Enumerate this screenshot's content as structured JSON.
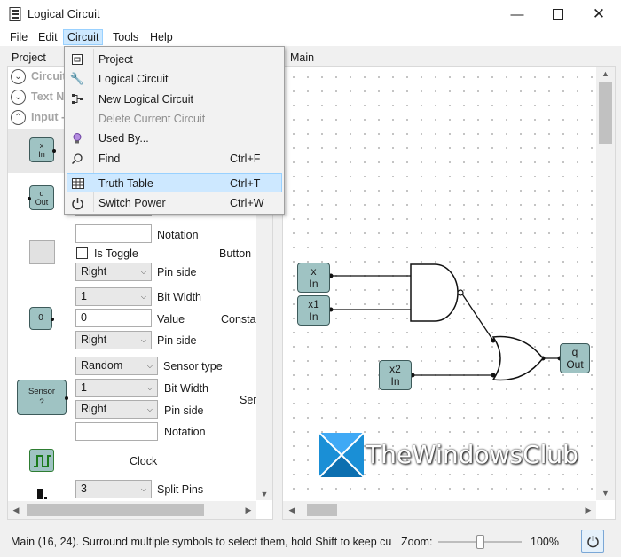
{
  "window": {
    "title": "Logical Circuit"
  },
  "menubar": {
    "items": [
      "File",
      "Edit",
      "Circuit",
      "Tools",
      "Help"
    ]
  },
  "panels": {
    "project_label": "Project",
    "main_label": "Main"
  },
  "project_tree": {
    "expanders": [
      "Circuit",
      "Text N",
      "Input -"
    ]
  },
  "palette": {
    "input_symbol": {
      "line1": "x",
      "line2": "In"
    },
    "output_symbol": {
      "line1": "q",
      "line2": "Out"
    },
    "notation_label": "Notation",
    "is_toggle_label": "Is Toggle",
    "button_label": "Button",
    "button_pin_side": "Right",
    "pin_side_label": "Pin side",
    "constant_symbol": "0",
    "bit_width_value": "1",
    "bit_width_label": "Bit Width",
    "value_value": "0",
    "value_label": "Value",
    "constant_label": "Constan",
    "constant_pin_side": "Right",
    "sensor_type_value": "Random",
    "sensor_type_label": "Sensor type",
    "sensor_symbol": {
      "line1": "Sensor",
      "line2": "?"
    },
    "sensor_bit_width": "1",
    "sensor_pin_side": "Right",
    "sensor_label": "Sen",
    "sensor_notation_label": "Notation",
    "clock_label": "Clock",
    "split_value": "3",
    "split_label": "Split Pins"
  },
  "circuit_menu": {
    "items": [
      {
        "label": "Project",
        "shortcut": "",
        "icon": "project-icon"
      },
      {
        "label": "Logical Circuit",
        "shortcut": "",
        "icon": "wrench-icon"
      },
      {
        "label": "New Logical Circuit",
        "shortcut": "",
        "icon": "new-circuit-icon"
      },
      {
        "label": "Delete Current Circuit",
        "shortcut": "",
        "icon": ""
      },
      {
        "label": "Used By...",
        "shortcut": "",
        "icon": "lightbulb-icon"
      },
      {
        "label": "Find",
        "shortcut": "Ctrl+F",
        "icon": "search-icon"
      },
      {
        "label": "Truth Table",
        "shortcut": "Ctrl+T",
        "icon": "table-icon"
      },
      {
        "label": "Switch Power",
        "shortcut": "Ctrl+W",
        "icon": "power-icon"
      }
    ]
  },
  "canvas": {
    "input_x": {
      "line1": "x",
      "line2": "In"
    },
    "input_x1": {
      "line1": "x1",
      "line2": "In"
    },
    "input_x2": {
      "line1": "x2",
      "line2": "In"
    },
    "output_q": {
      "line1": "q",
      "line2": "Out"
    }
  },
  "watermark": {
    "text": "TheWindowsClub"
  },
  "status": {
    "message": "Main (16, 24). Surround multiple symbols to select them, hold Shift to keep cu",
    "zoom_label": "Zoom:",
    "zoom_value": "100%",
    "zoom_level": 0.5
  },
  "colors": {
    "symbol_fill": "#9fc3c3",
    "highlight": "#cde8ff",
    "accent": "#0078d7"
  }
}
